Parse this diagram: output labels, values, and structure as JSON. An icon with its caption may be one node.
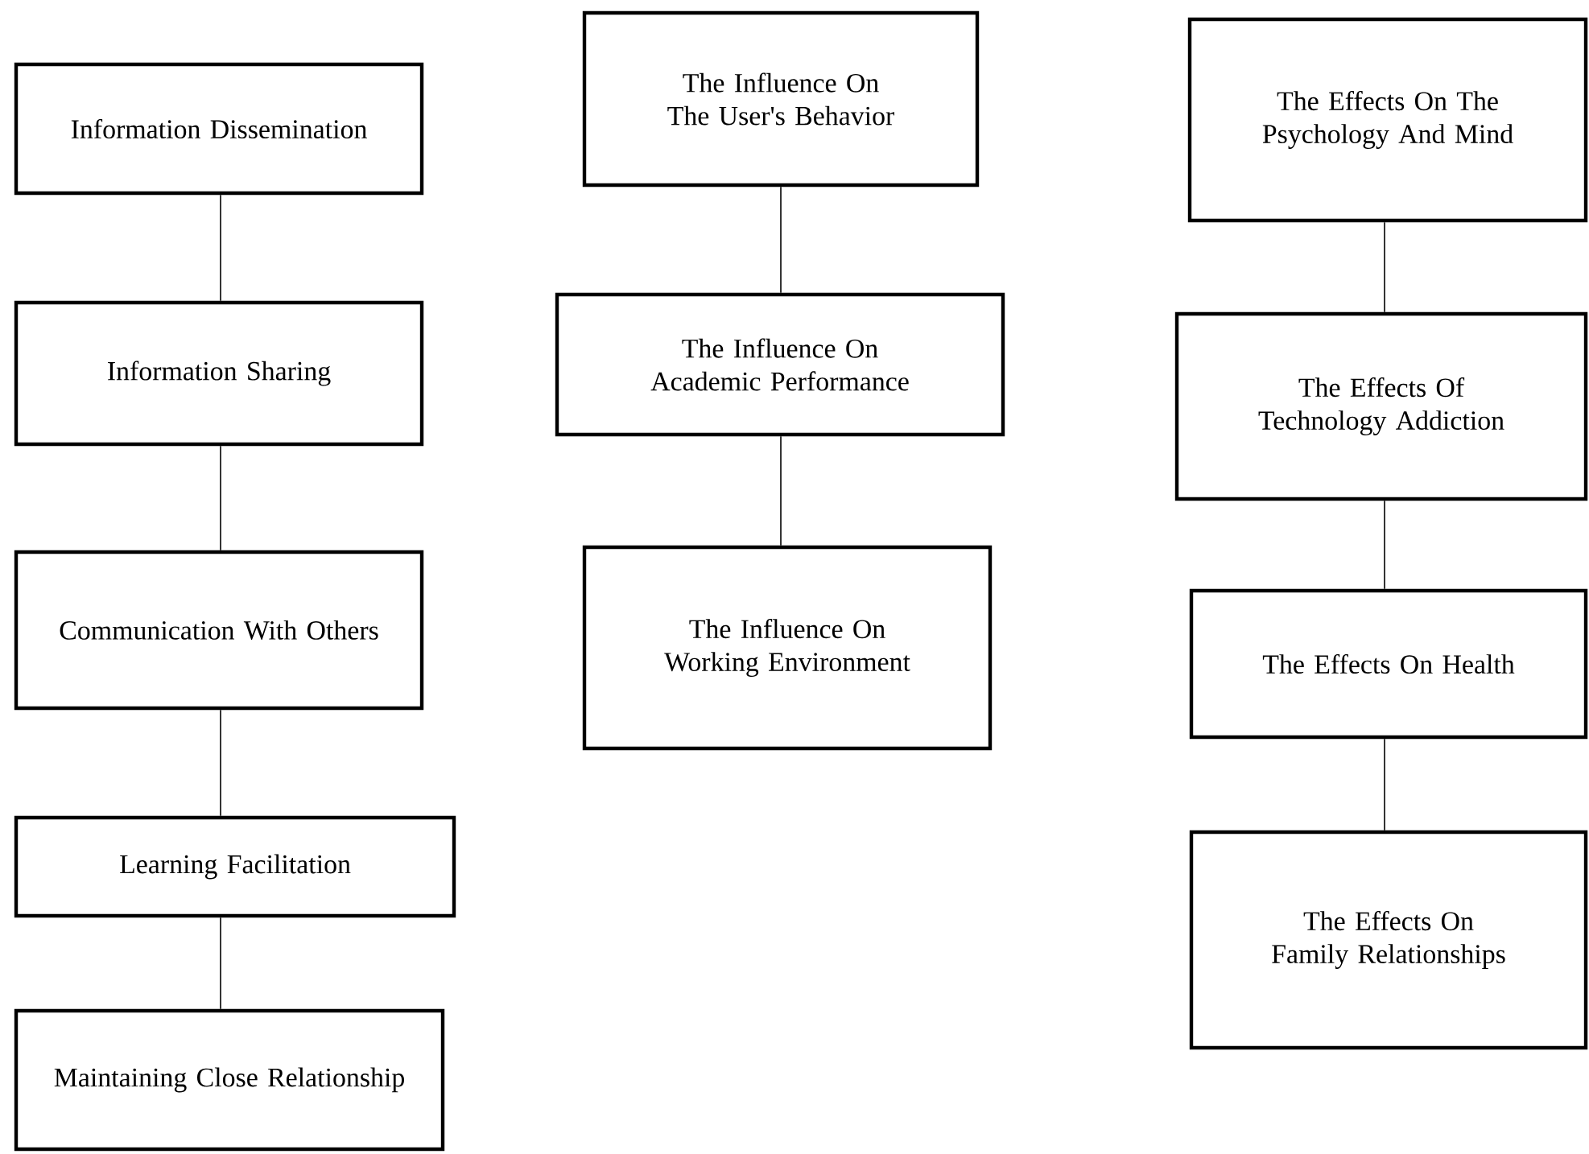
{
  "diagram": {
    "nodes": [
      {
        "text": [
          "Information Dissemination"
        ]
      },
      {
        "text": [
          "Information Sharing"
        ]
      },
      {
        "text": [
          "Communication With Others"
        ]
      },
      {
        "text": [
          "Learning Facilitation"
        ]
      },
      {
        "text": [
          "Maintaining Close Relationship"
        ]
      },
      {
        "text": [
          "The Influence On The User's Behavior"
        ]
      },
      {
        "text": [
          "The Influence On Academic Performance"
        ]
      },
      {
        "text": [
          "The Influence On Working Environment"
        ]
      },
      {
        "text": [
          "The Effects On The Psychology And Mind"
        ]
      },
      {
        "text": [
          "The Effects Of Technology Addiction"
        ]
      },
      {
        "text": [
          "The Effects On Health"
        ]
      },
      {
        "text": [
          "The Effects On Family Relationships"
        ]
      }
    ],
    "edges": [
      {
        "from": 0,
        "to": 1,
        "arrow": "none"
      },
      {
        "from": 1,
        "to": 2,
        "arrow": "none"
      },
      {
        "from": 2,
        "to": 3,
        "arrow": "none"
      },
      {
        "from": 3,
        "to": 4,
        "arrow": "none"
      },
      {
        "from": 5,
        "to": 6,
        "arrow": "none"
      },
      {
        "from": 6,
        "to": 7,
        "arrow": "none"
      },
      {
        "from": 8,
        "to": 9,
        "arrow": "none"
      },
      {
        "from": 9,
        "to": 10,
        "arrow": "none"
      },
      {
        "from": 10,
        "to": 11,
        "arrow": "none"
      }
    ]
  }
}
